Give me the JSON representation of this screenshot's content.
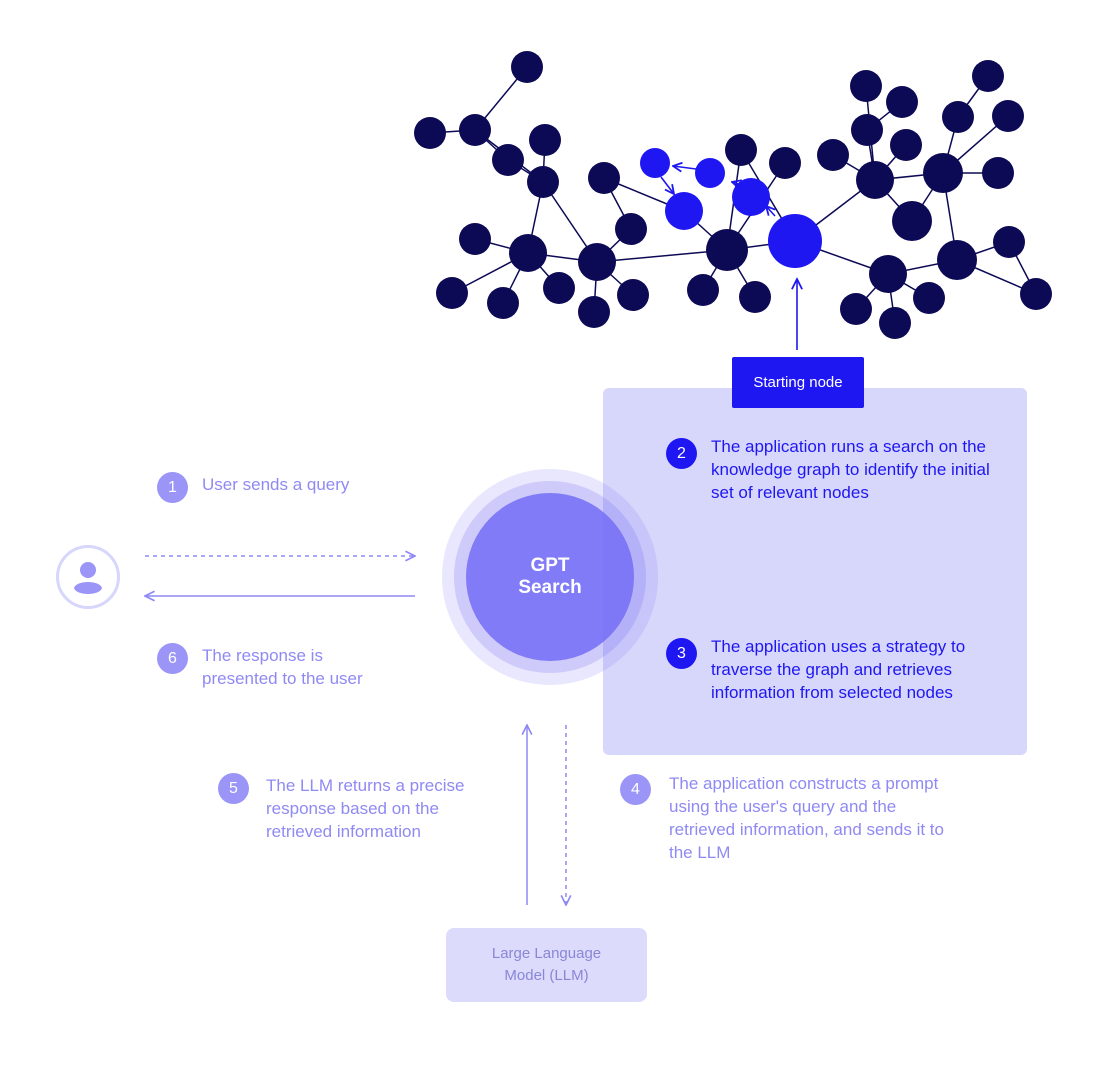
{
  "colors": {
    "node_dark": "#0d0a55",
    "node_highlight": "#1e17f2",
    "edge": "#0d0a55",
    "panel_bg": "#d7d6fb",
    "hub": "#7670f6",
    "step_light": "#8f8af3",
    "step_dark": "#1e17f2",
    "arrow_light": "#8f8af3",
    "arrow_dark": "#1e17f2"
  },
  "hub": {
    "line1": "GPT",
    "line2": "Search"
  },
  "starting_node": {
    "label": "Starting node"
  },
  "user": {
    "icon": "user-icon"
  },
  "steps": [
    {
      "number": "1",
      "text": "User sends a query"
    },
    {
      "number": "2",
      "text": "The application runs a search on the knowledge graph to identify the initial set of relevant nodes"
    },
    {
      "number": "3",
      "text": "The application uses a strategy to traverse the graph and retrieves information from selected nodes"
    },
    {
      "number": "4",
      "text": "The application constructs a prompt using the user's query and the retrieved information, and sends it to the LLM"
    },
    {
      "number": "5",
      "text": "The LLM returns a precise response based on the retrieved information"
    },
    {
      "number": "6",
      "text": "The response is presented to the user"
    }
  ],
  "llm": {
    "line1": "Large Language",
    "line2": "Model (LLM)"
  }
}
